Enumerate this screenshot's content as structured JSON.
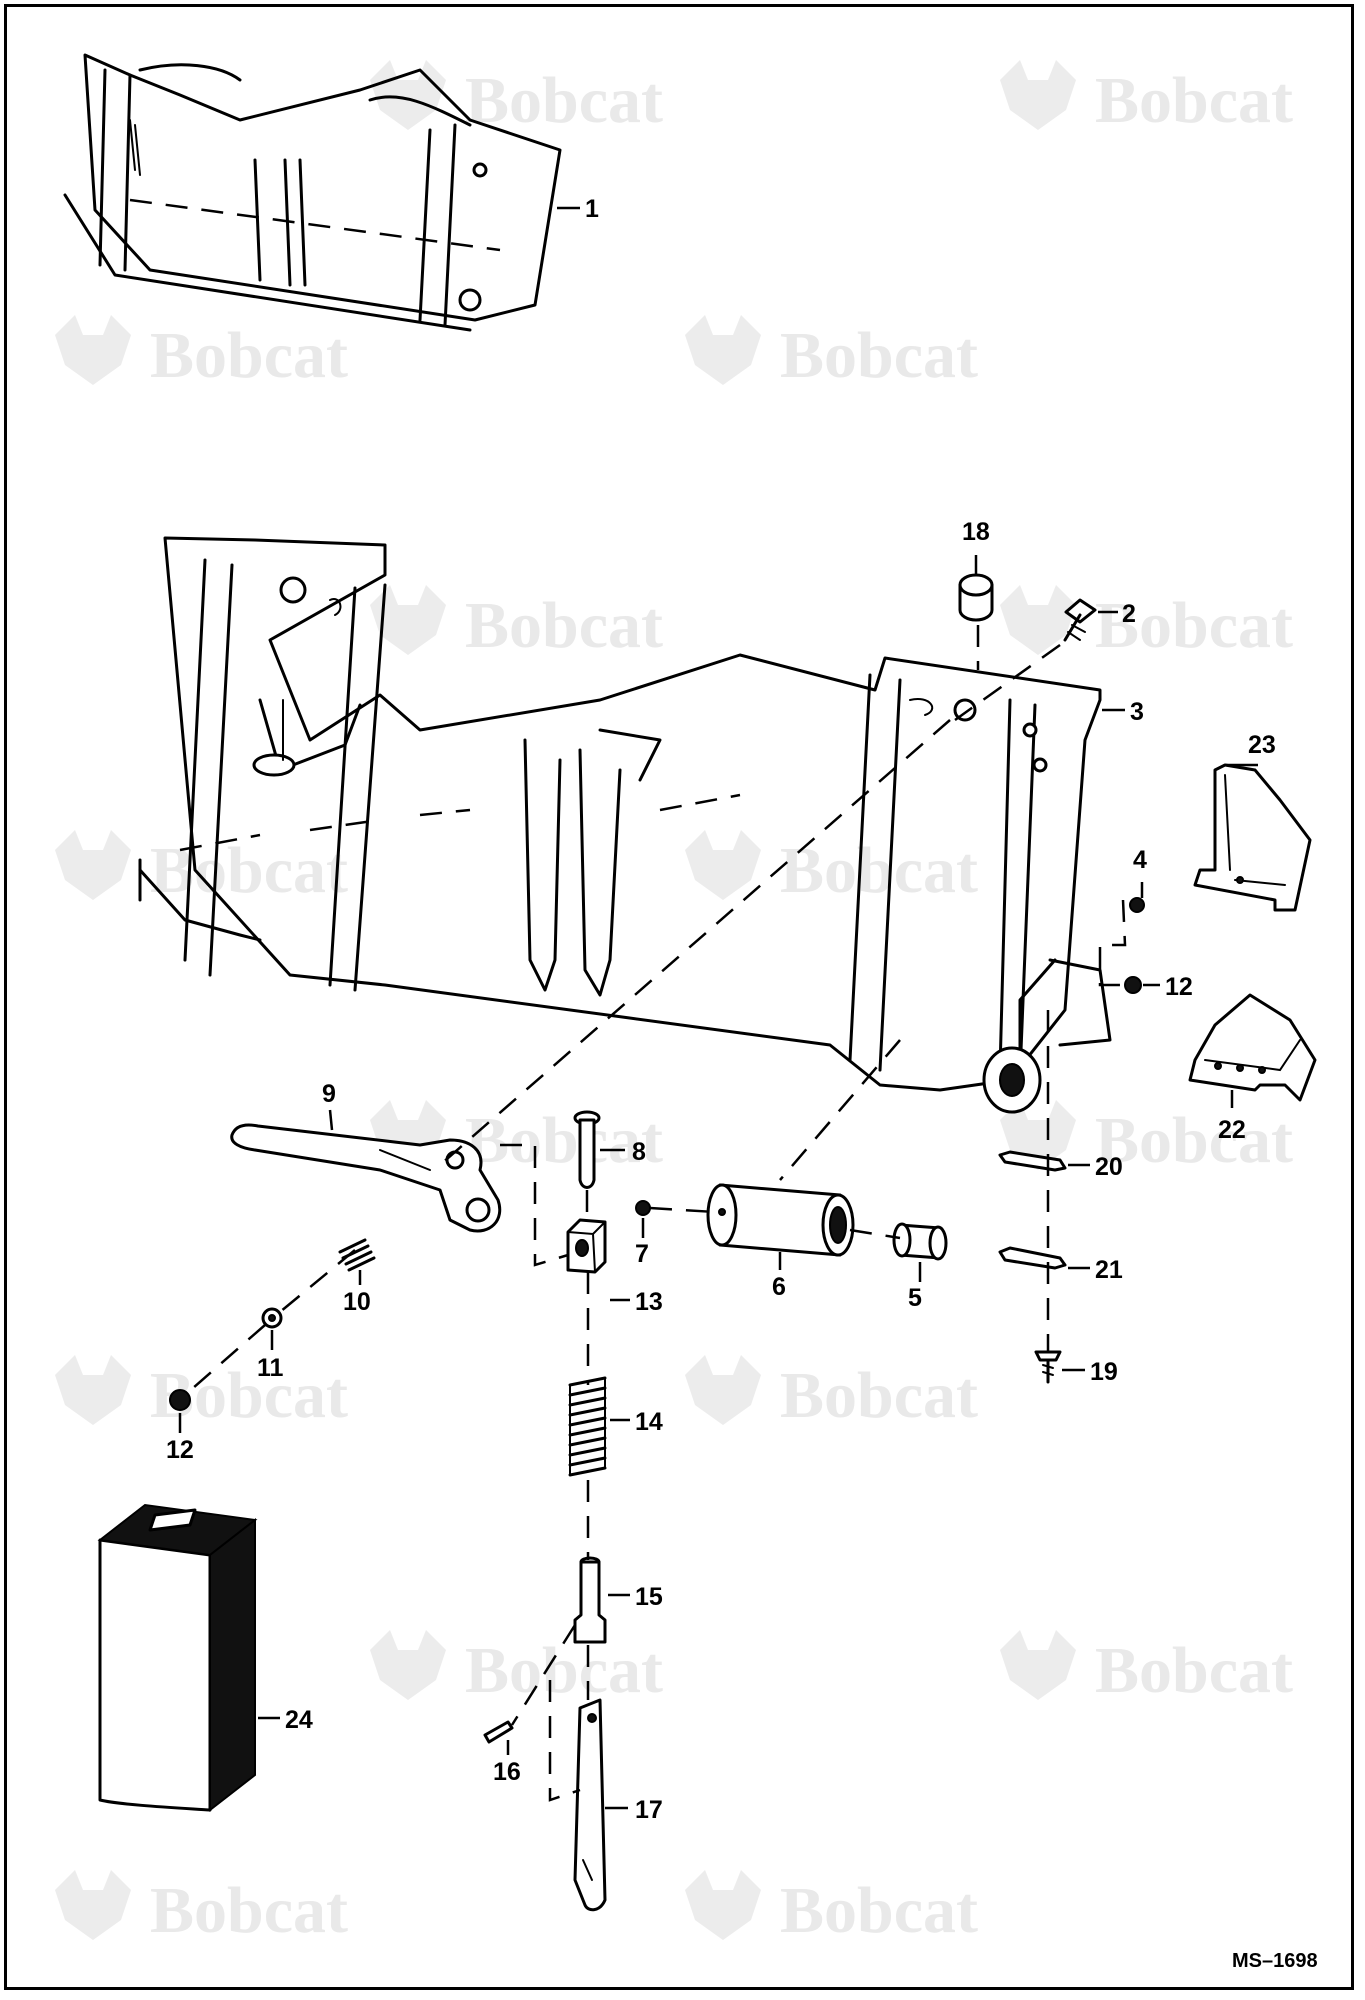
{
  "watermark": {
    "brand": "Bobcat"
  },
  "figure_id": "MS–1698",
  "callouts": {
    "c1": "1",
    "c2": "2",
    "c3": "3",
    "c4": "4",
    "c5": "5",
    "c6": "6",
    "c7": "7",
    "c8": "8",
    "c9": "9",
    "c10": "10",
    "c11": "11",
    "c12a": "12",
    "c12b": "12",
    "c13": "13",
    "c14": "14",
    "c15": "15",
    "c16": "16",
    "c17": "17",
    "c18": "18",
    "c19": "19",
    "c20": "20",
    "c21": "21",
    "c22": "22",
    "c23": "23",
    "c24": "24"
  }
}
